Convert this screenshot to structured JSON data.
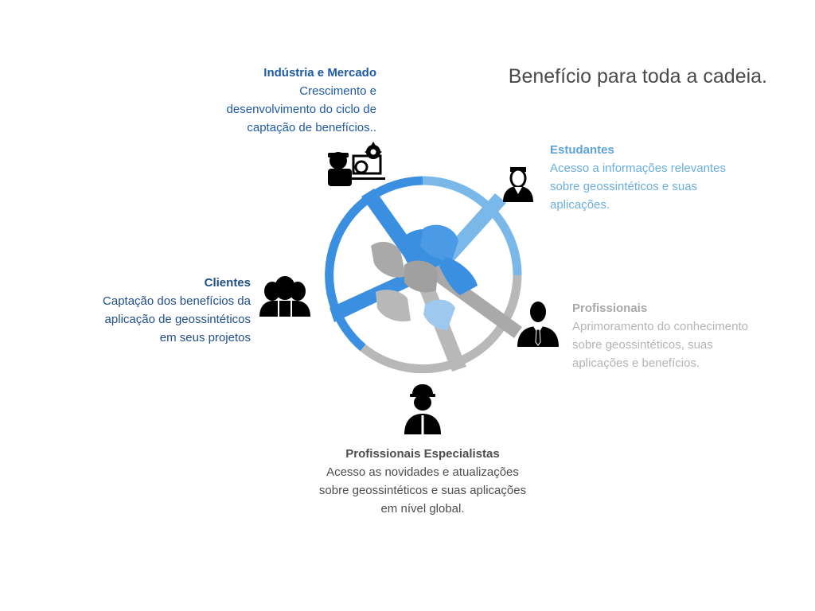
{
  "headline": "Benefício para toda a cadeia.",
  "colors": {
    "dark_blue": "#1f5aa6",
    "mid_blue": "#3a8fe0",
    "light_blue": "#6aaee0",
    "gray": "#b4b4b4",
    "dark_text": "#4d4d4d"
  },
  "nodes": {
    "industria": {
      "title": "Indústria e  Mercado",
      "lines": [
        "Crescimento e",
        "desenvolvimento do ciclo de",
        "captação de benefícios.."
      ],
      "icon": "factory-worker-icon"
    },
    "estudantes": {
      "title": "Estudantes",
      "lines": [
        "Acesso a informações relevantes",
        "sobre geossintéticos e suas",
        "aplicações."
      ],
      "icon": "graduate-student-icon"
    },
    "clientes": {
      "title": "Clientes",
      "lines": [
        "Captação dos benefícios da",
        "aplicação de geossintéticos",
        "em seus projetos"
      ],
      "icon": "customers-group-icon"
    },
    "profissionais": {
      "title": "Profissionais",
      "lines": [
        "Aprimoramento do conhecimento",
        "sobre geossintéticos, suas",
        "aplicações e benefícios."
      ],
      "icon": "businessman-icon"
    },
    "especialistas": {
      "title": "Profissionais Especialistas",
      "lines": [
        "Acesso as novidades e atualizações",
        "sobre geossintéticos e suas aplicações",
        "em  nível global."
      ],
      "icon": "engineer-helmet-icon"
    }
  },
  "center_icon": "teamwork-hands-circle-icon"
}
